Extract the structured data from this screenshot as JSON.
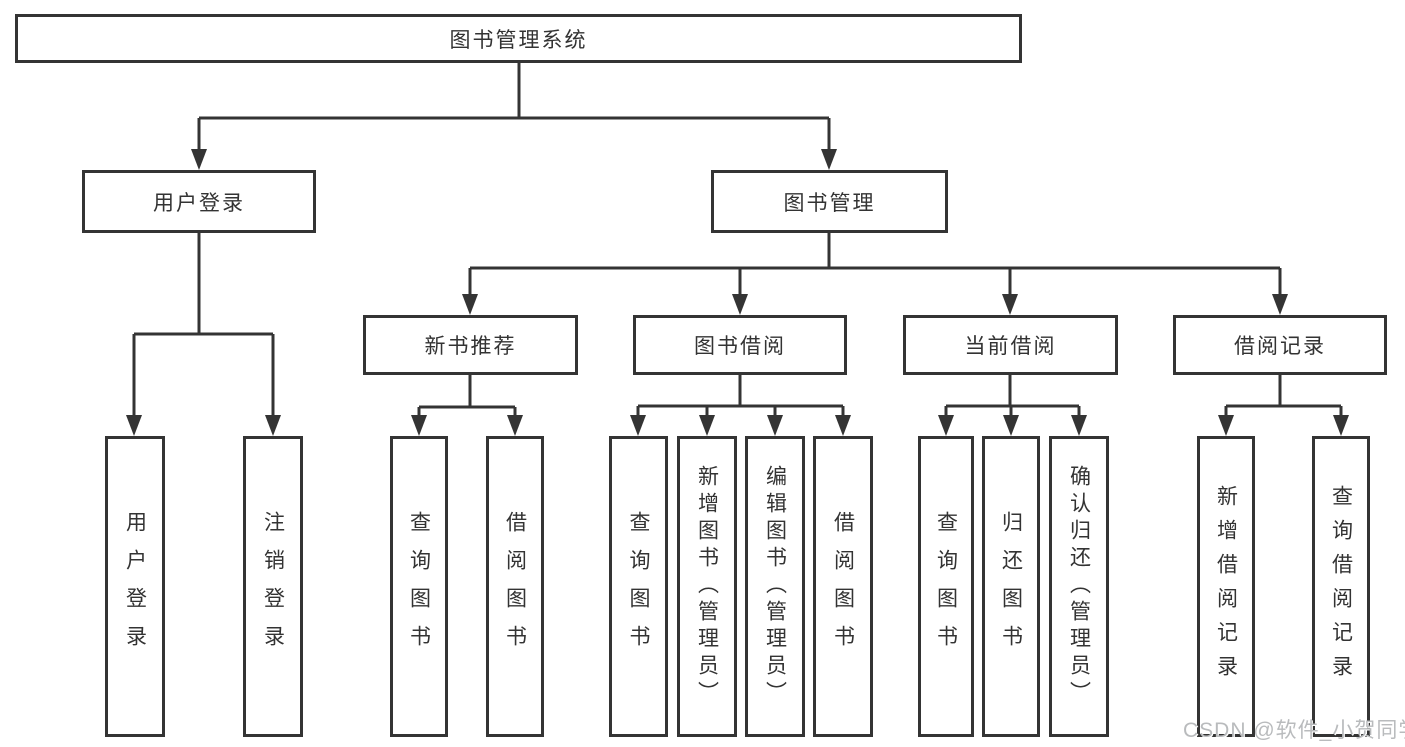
{
  "diagram": {
    "title": "图书管理系统",
    "level2": [
      {
        "label": "用户登录",
        "children": [
          "用户登录",
          "注销登录"
        ]
      },
      {
        "label": "图书管理"
      }
    ],
    "level3": [
      {
        "label": "新书推荐",
        "children": [
          "查询图书",
          "借阅图书"
        ]
      },
      {
        "label": "图书借阅",
        "children": [
          "查询图书",
          "新增图书（管理员）",
          "编辑图书（管理员）",
          "借阅图书"
        ]
      },
      {
        "label": "当前借阅",
        "children": [
          "查询图书",
          "归还图书",
          "确认归还（管理员）"
        ]
      },
      {
        "label": "借阅记录",
        "children": [
          "新增借阅记录",
          "查询借阅记录"
        ]
      }
    ]
  },
  "watermark": "CSDN @软件_小贺同学",
  "colors": {
    "line": "#343434",
    "text": "#333333",
    "watermark": "#b9bbbd",
    "background": "#ffffff"
  }
}
